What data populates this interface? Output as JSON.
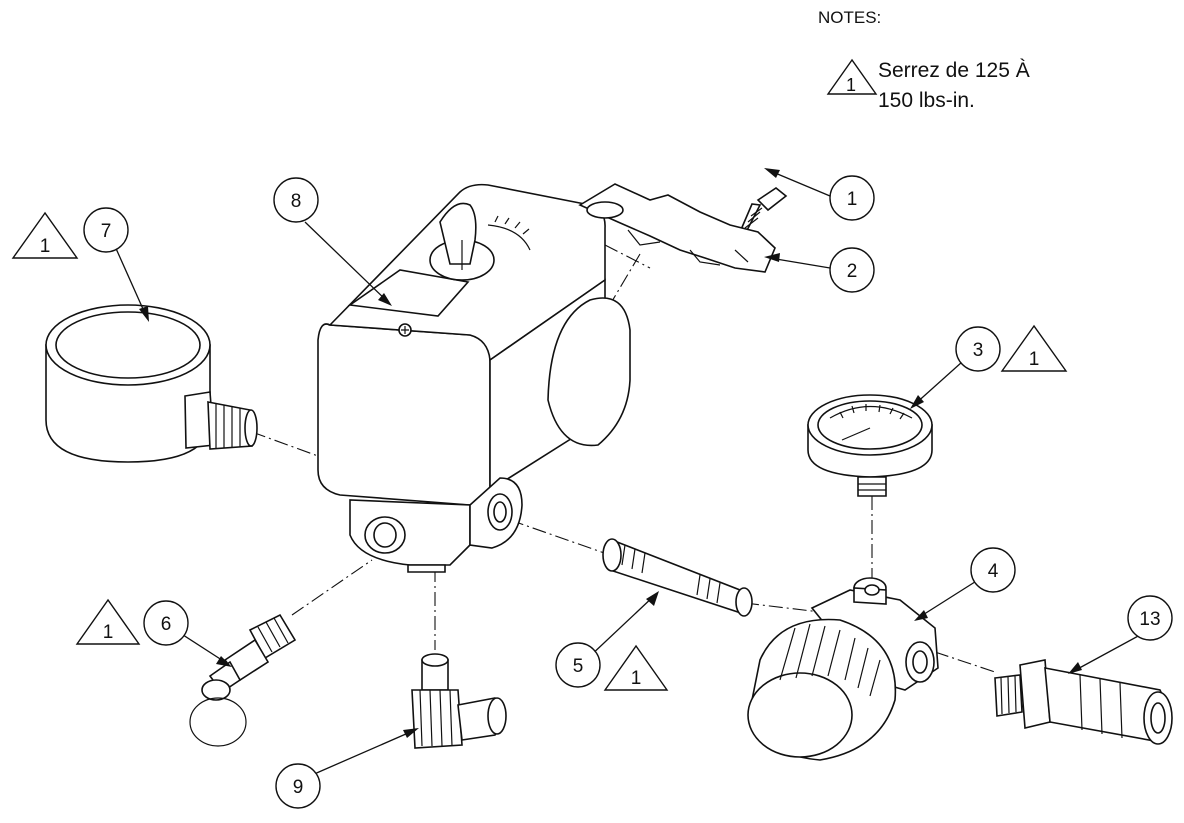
{
  "notes": {
    "title": "NOTES:",
    "note1_marker": "1",
    "note1_line1": "Serrez de 125 À",
    "note1_line2": "150 lbs-in."
  },
  "callouts": {
    "c1": "1",
    "c2": "2",
    "c3": "3",
    "c4": "4",
    "c5": "5",
    "c6": "6",
    "c7": "7",
    "c8": "8",
    "c9": "9",
    "c13": "13"
  },
  "torque_flags": {
    "flag_part7": "1",
    "flag_part3": "1",
    "flag_part6": "1",
    "flag_part5": "1"
  },
  "colors": {
    "line": "#111111",
    "background": "#ffffff"
  }
}
